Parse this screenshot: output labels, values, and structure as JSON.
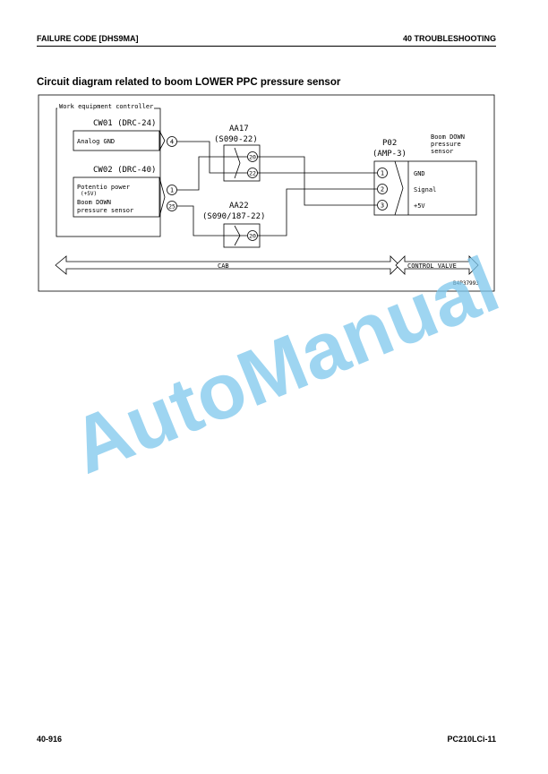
{
  "header": {
    "left": "FAILURE CODE [DHS9MA]",
    "right": "40 TROUBLESHOOTING"
  },
  "section_title": "Circuit diagram related to boom LOWER PPC pressure sensor",
  "diagram": {
    "controller_label": "Work equipment controller",
    "cw01_label": "CW01 (DRC-24)",
    "cw01_signal": "Analog GND",
    "cw01_pin": "4",
    "cw02_label": "CW02 (DRC-40)",
    "cw02_signal_1a": "Potentio power",
    "cw02_signal_1b": "(+5V)",
    "cw02_signal_2a": "Boom DOWN",
    "cw02_signal_2b": "pressure sensor",
    "cw02_pin_1": "1",
    "cw02_pin_2": "25",
    "aa17_label": "AA17",
    "aa17_sub": "(S090-22)",
    "aa17_pin_1": "20",
    "aa17_pin_2": "22",
    "aa22_label": "AA22",
    "aa22_sub": "(S090/187-22)",
    "aa22_pin": "20",
    "p02_label": "P02",
    "p02_sub": "(AMP-3)",
    "p02_pin_1": "1",
    "p02_pin_2": "2",
    "p02_pin_3": "3",
    "sensor_name_1": "Boom DOWN",
    "sensor_name_2": "pressure",
    "sensor_name_3": "sensor",
    "sensor_sig_1": "GND",
    "sensor_sig_2": "Signal",
    "sensor_sig_3": "+5V",
    "zone_cab": "CAB",
    "zone_valve": "CONTROL VALVE",
    "figure_id": "B4P37993"
  },
  "watermark": "AutoManual",
  "footer": {
    "left": "40-916",
    "right": "PC210LCi-11"
  }
}
